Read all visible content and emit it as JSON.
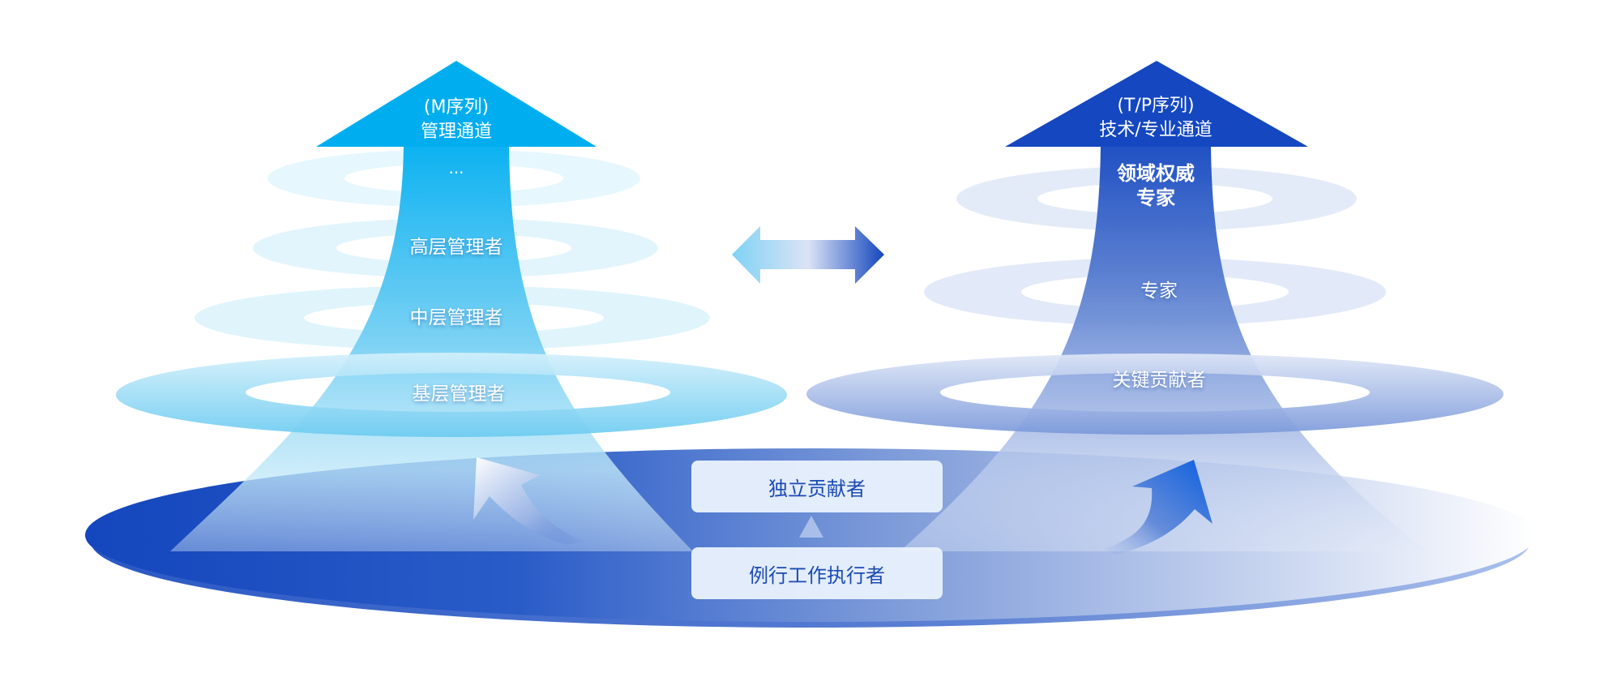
{
  "diagram": {
    "title": "双通道职业发展体系",
    "management_channel": {
      "series_label": "(M序列)",
      "channel_label": "管理通道",
      "color": "#00aef0",
      "tiers": [
        {
          "label": "..."
        },
        {
          "label": "高层管理者"
        },
        {
          "label": "中层管理者"
        },
        {
          "label": "基层管理者"
        }
      ]
    },
    "technical_channel": {
      "series_label": "(T/P序列)",
      "channel_label": "技术/专业通道",
      "color": "#1447c0",
      "tiers": [
        {
          "label": "领域权威",
          "label2": "专家"
        },
        {
          "label": "专家"
        },
        {
          "label": "关键贡献者"
        }
      ]
    },
    "exchange_arrow": {
      "meaning": "bidirectional-transfer"
    },
    "base": {
      "upper_box": "独立贡献者",
      "lower_box": "例行工作执行者",
      "text_color": "#1a4bb3"
    }
  }
}
